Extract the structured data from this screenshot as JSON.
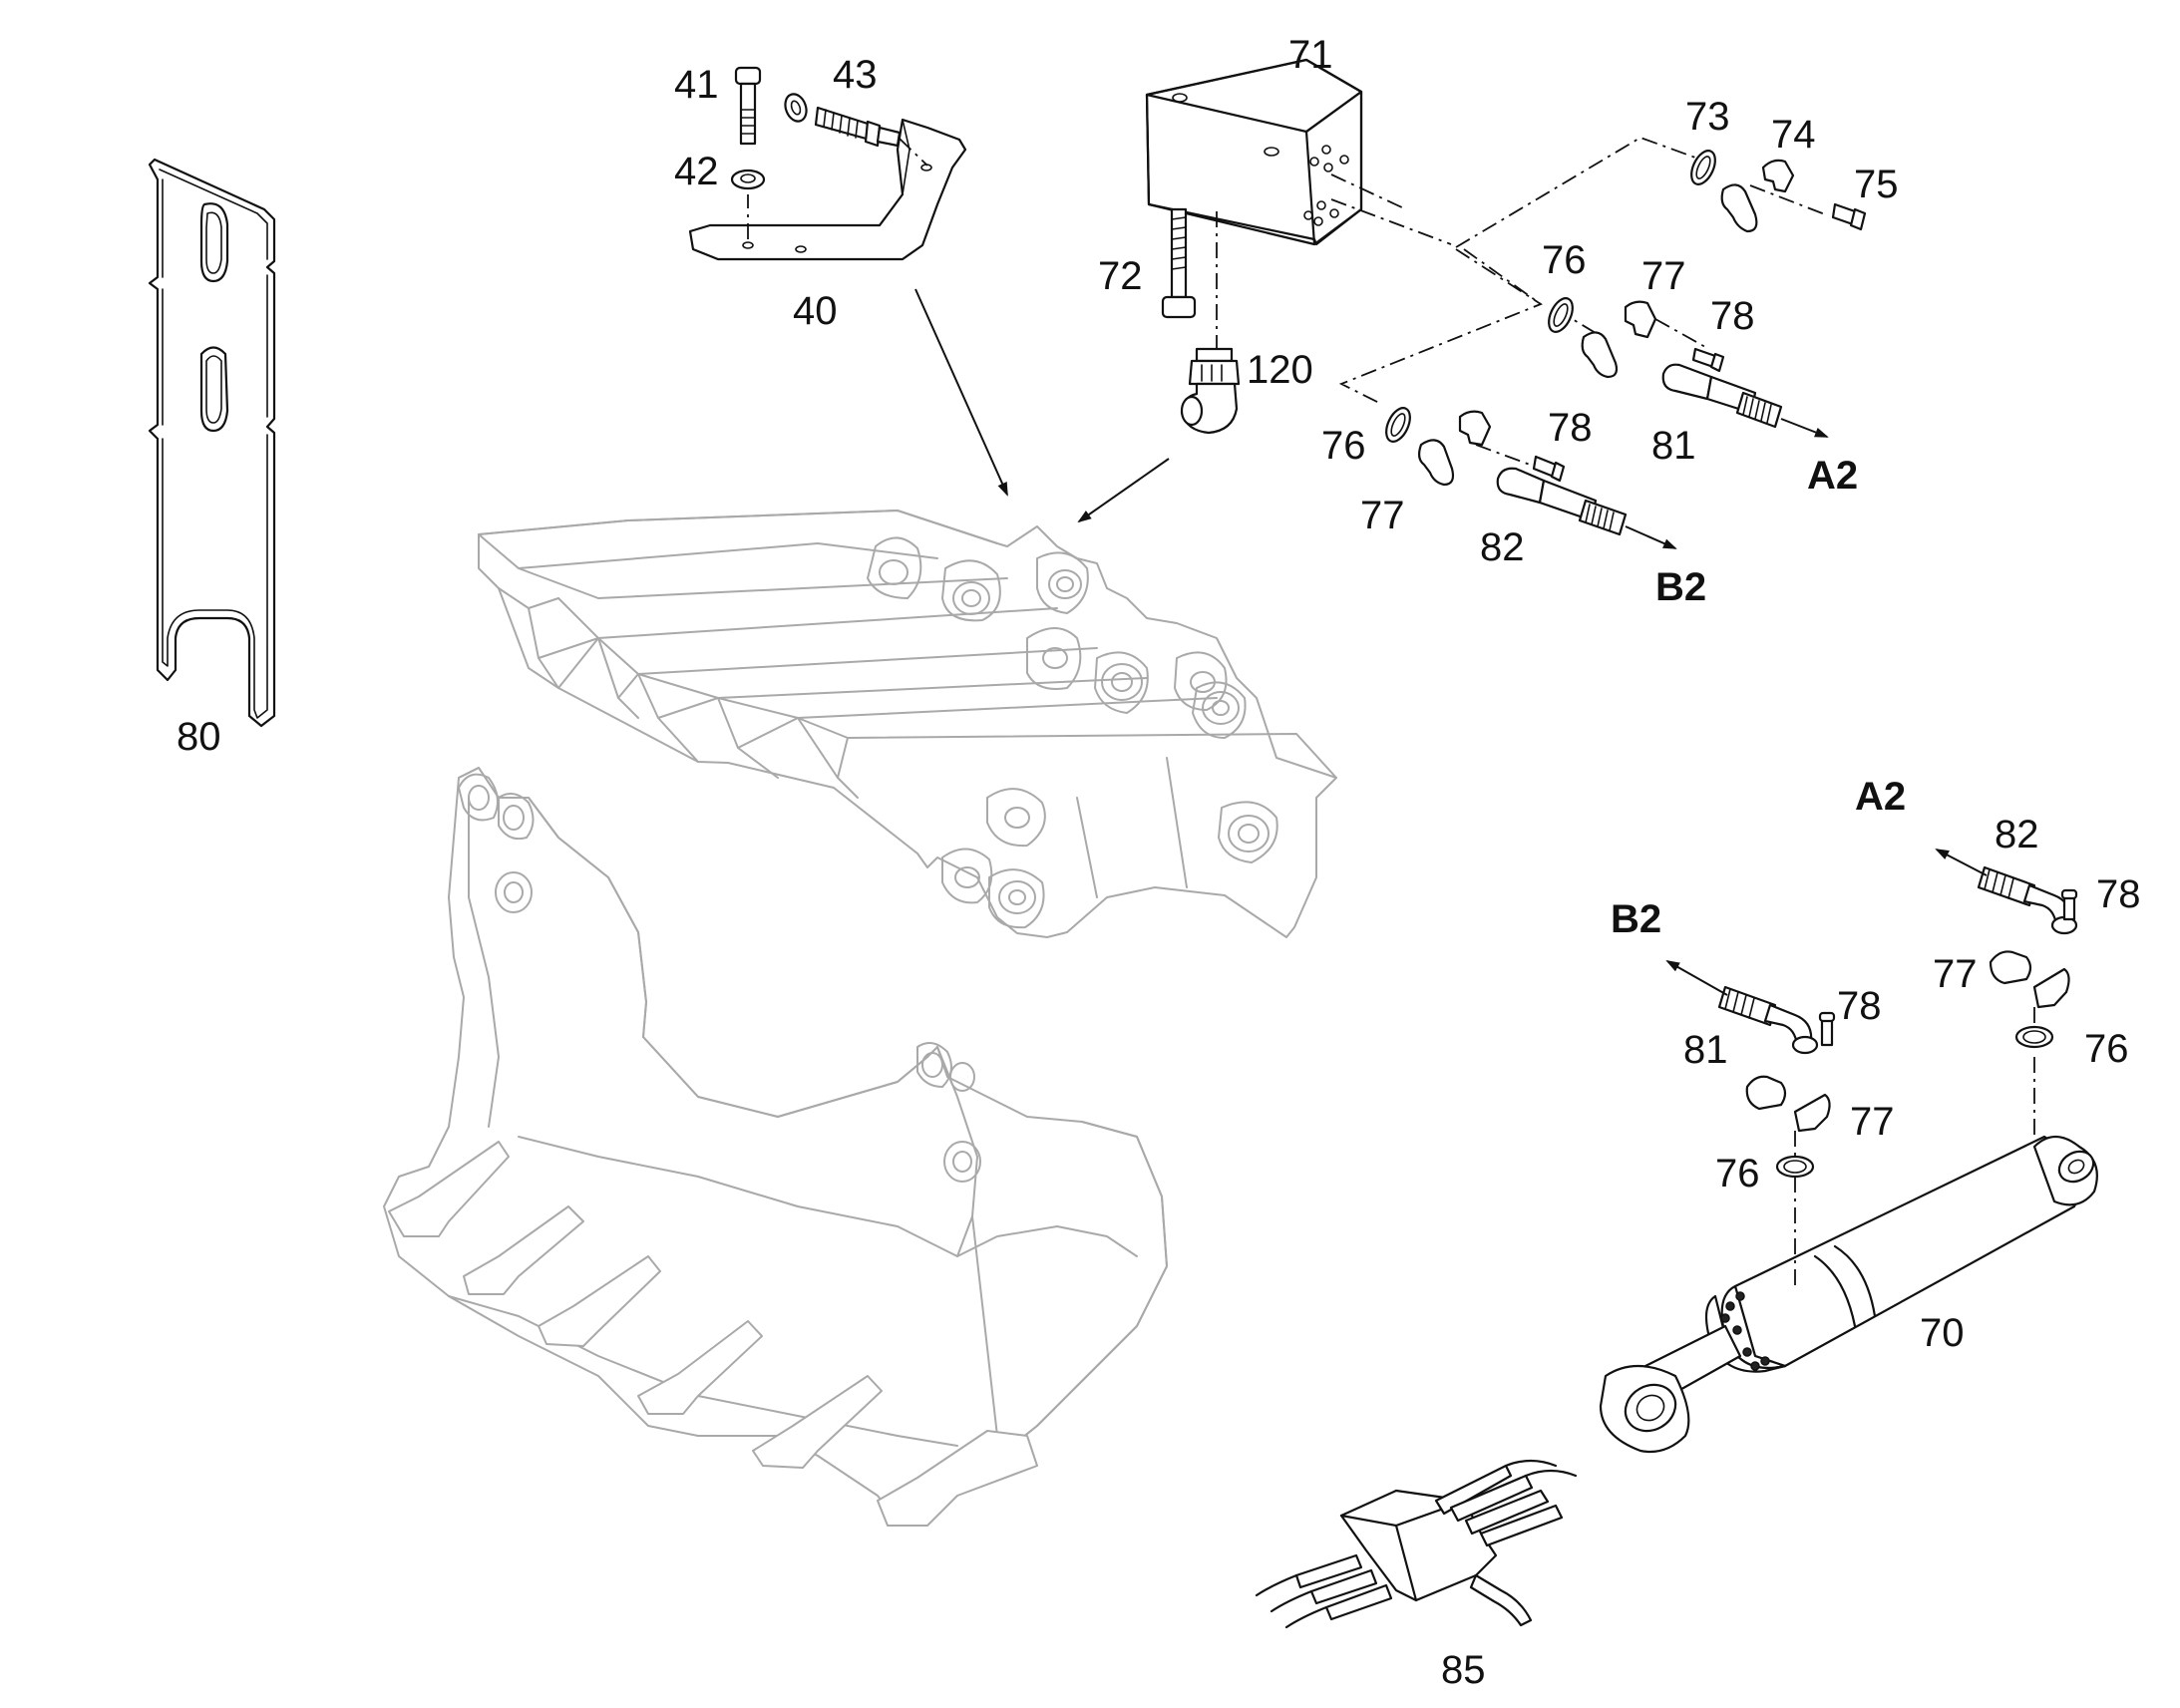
{
  "labels": {
    "p40": "40",
    "p41": "41",
    "p42": "42",
    "p43": "43",
    "p70": "70",
    "p71": "71",
    "p72": "72",
    "p73": "73",
    "p74": "74",
    "p75": "75",
    "p76a": "76",
    "p77a": "77",
    "p78a": "78",
    "p81a": "81",
    "p76b": "76",
    "p77b": "77",
    "p78b": "78",
    "p82a": "82",
    "p80": "80",
    "p85": "85",
    "p120": "120",
    "p82b": "82",
    "p78c": "78",
    "p77c": "77",
    "p76c": "76",
    "p81b": "81",
    "p78d": "78",
    "p77d": "77",
    "p76d": "76"
  },
  "connections": {
    "a2_top": "A2",
    "b2_top": "B2",
    "a2_right": "A2",
    "b2_right": "B2"
  }
}
